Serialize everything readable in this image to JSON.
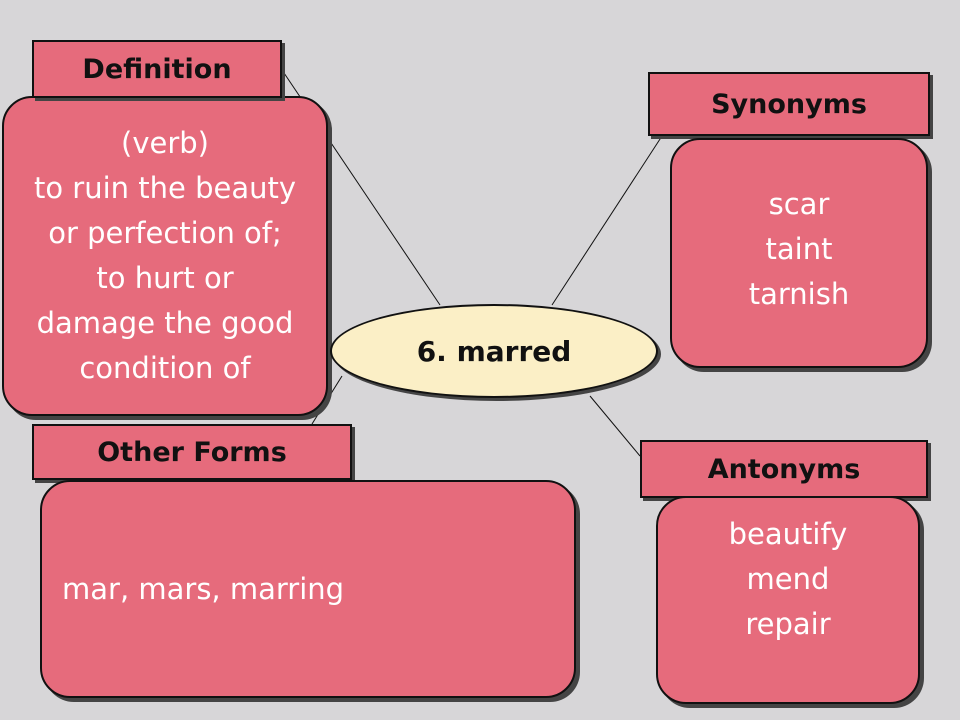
{
  "center": {
    "word": "6. marred"
  },
  "definition": {
    "label": "Definition",
    "lines": [
      "(verb)",
      "to ruin the beauty",
      "or perfection of;",
      "to hurt or",
      "damage the good",
      "condition of"
    ]
  },
  "synonyms": {
    "label": "Synonyms",
    "lines": [
      "scar",
      "taint",
      "tarnish"
    ]
  },
  "other_forms": {
    "label": "Other Forms",
    "text": "mar, mars, marring"
  },
  "antonyms": {
    "label": "Antonyms",
    "lines": [
      "beautify",
      "mend",
      "repair"
    ]
  },
  "colors": {
    "background": "#d7d6d8",
    "box_fill": "#e66b7c",
    "center_fill": "#fbefc6",
    "box_text": "#ffffff",
    "label_text": "#111111"
  }
}
